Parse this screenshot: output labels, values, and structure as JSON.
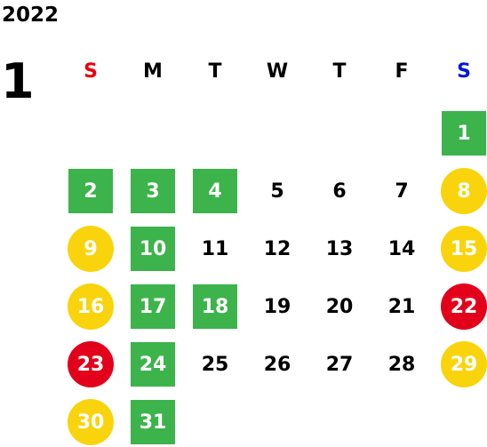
{
  "calendar": {
    "year": "2022",
    "month": "1",
    "weekdays": [
      {
        "label": "S",
        "color": "#e8000f"
      },
      {
        "label": "M",
        "color": "#000000"
      },
      {
        "label": "T",
        "color": "#000000"
      },
      {
        "label": "W",
        "color": "#000000"
      },
      {
        "label": "T",
        "color": "#000000"
      },
      {
        "label": "F",
        "color": "#000000"
      },
      {
        "label": "S",
        "color": "#0019d6"
      }
    ],
    "marker_colors": {
      "green": "#3cb44b",
      "yellow": "#f9d40c",
      "red": "#e3001b"
    },
    "days": [
      {
        "day": "1",
        "marker": "green"
      },
      {
        "day": "2",
        "marker": "green"
      },
      {
        "day": "3",
        "marker": "green"
      },
      {
        "day": "4",
        "marker": "green"
      },
      {
        "day": "5",
        "marker": "none"
      },
      {
        "day": "6",
        "marker": "none"
      },
      {
        "day": "7",
        "marker": "none"
      },
      {
        "day": "8",
        "marker": "yellow"
      },
      {
        "day": "9",
        "marker": "yellow"
      },
      {
        "day": "10",
        "marker": "green"
      },
      {
        "day": "11",
        "marker": "none"
      },
      {
        "day": "12",
        "marker": "none"
      },
      {
        "day": "13",
        "marker": "none"
      },
      {
        "day": "14",
        "marker": "none"
      },
      {
        "day": "15",
        "marker": "yellow"
      },
      {
        "day": "16",
        "marker": "yellow"
      },
      {
        "day": "17",
        "marker": "green"
      },
      {
        "day": "18",
        "marker": "green"
      },
      {
        "day": "19",
        "marker": "none"
      },
      {
        "day": "20",
        "marker": "none"
      },
      {
        "day": "21",
        "marker": "none"
      },
      {
        "day": "22",
        "marker": "red"
      },
      {
        "day": "23",
        "marker": "red"
      },
      {
        "day": "24",
        "marker": "green"
      },
      {
        "day": "25",
        "marker": "none"
      },
      {
        "day": "26",
        "marker": "none"
      },
      {
        "day": "27",
        "marker": "none"
      },
      {
        "day": "28",
        "marker": "none"
      },
      {
        "day": "29",
        "marker": "yellow"
      },
      {
        "day": "30",
        "marker": "yellow"
      },
      {
        "day": "31",
        "marker": "green"
      }
    ]
  }
}
